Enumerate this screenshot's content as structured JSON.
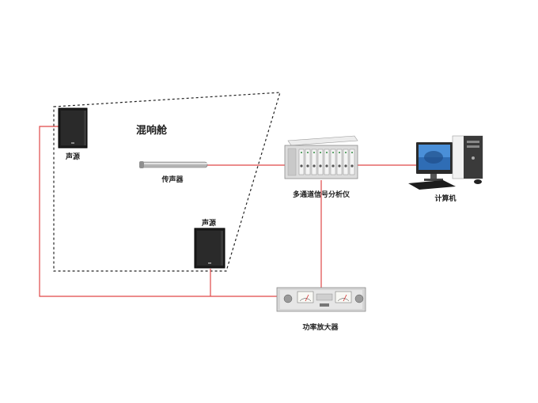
{
  "chamber": {
    "title": "混响舱"
  },
  "nodes": {
    "source_top": {
      "label": "声源"
    },
    "source_bottom": {
      "label": "声源"
    },
    "microphone": {
      "label": "传声器"
    },
    "analyzer": {
      "label": "多通道信号分析仪"
    },
    "computer": {
      "label": "计算机"
    },
    "amplifier": {
      "label": "功率放大器"
    }
  },
  "colors": {
    "wire": "#e04848",
    "chamber_outline": "#222222",
    "speaker": "#1d1d1d",
    "device_body": "#dcdcdc"
  }
}
